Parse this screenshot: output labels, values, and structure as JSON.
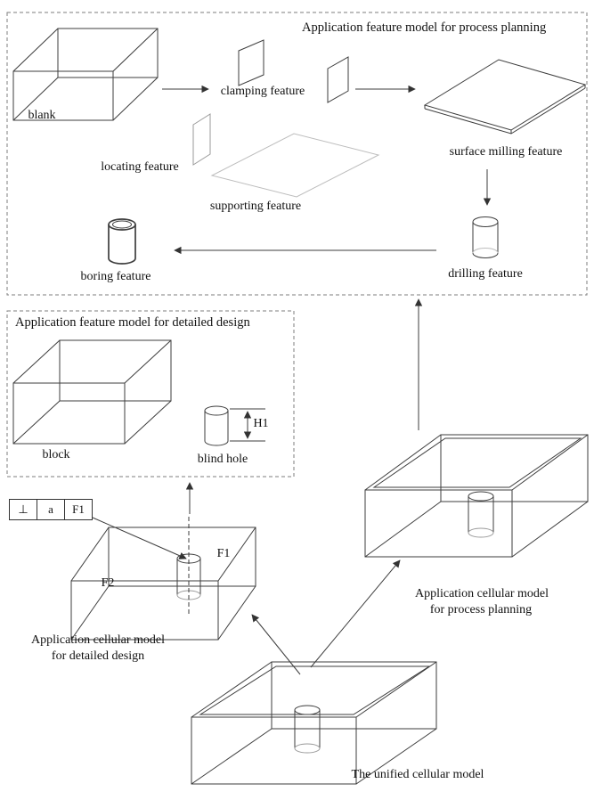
{
  "process_feature_model": {
    "title": "Application feature model for process planning",
    "blank": "blank",
    "clamping": "clamping feature",
    "locating": "locating feature",
    "supporting": "supporting feature",
    "surface_milling": "surface milling feature",
    "drilling": "drilling feature",
    "boring": "boring feature"
  },
  "detail_feature_model": {
    "title": "Application feature model for detailed design",
    "block": "block",
    "blind_hole": "blind hole",
    "h1": "H1"
  },
  "detail_cellular_model": {
    "fcf": {
      "symbol": "⊥",
      "datum": "a",
      "feature": "F1"
    },
    "f1": "F1",
    "f2": "F2",
    "caption_line1": "Application cellular model",
    "caption_line2": "for detailed design"
  },
  "process_cellular_model": {
    "caption_line1": "Application cellular model",
    "caption_line2": "for process planning"
  },
  "unified_model": {
    "caption": "The unified cellular model"
  }
}
